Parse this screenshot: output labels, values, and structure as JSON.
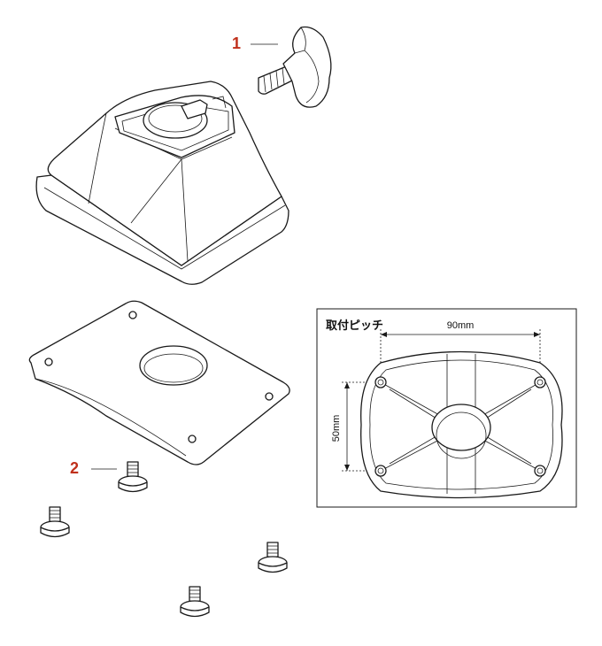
{
  "callouts": {
    "part1": "1",
    "part2": "2"
  },
  "pitch_box": {
    "title": "取付ピッチ",
    "width_dim": "90mm",
    "height_dim": "50mm"
  },
  "colors": {
    "callout": "#c0301b",
    "line": "#1a1a1a"
  }
}
